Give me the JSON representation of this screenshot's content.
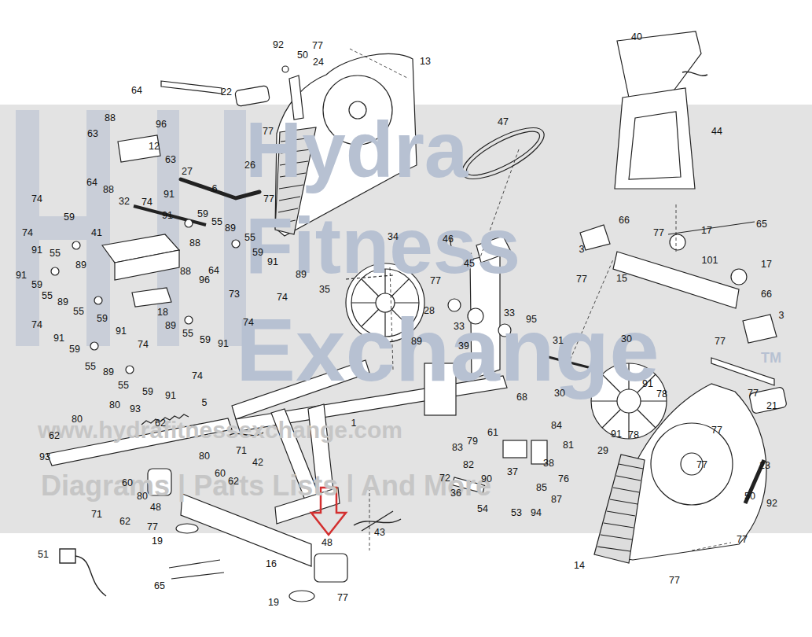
{
  "diagram": {
    "labels": [
      "92",
      "77",
      "50",
      "24",
      "13",
      "40",
      "64",
      "22",
      "88",
      "96",
      "47",
      "77",
      "44",
      "63",
      "12",
      "63",
      "26",
      "27",
      "64",
      "6",
      "88",
      "91",
      "77",
      "74",
      "32",
      "74",
      "59",
      "59",
      "55",
      "66",
      "17",
      "65",
      "89",
      "74",
      "41",
      "91",
      "77",
      "34",
      "46",
      "55",
      "88",
      "91",
      "3",
      "55",
      "59",
      "101",
      "91",
      "45",
      "17",
      "89",
      "64",
      "88",
      "89",
      "91",
      "15",
      "77",
      "77",
      "96",
      "59",
      "35",
      "73",
      "66",
      "55",
      "74",
      "89",
      "28",
      "55",
      "18",
      "33",
      "3",
      "59",
      "95",
      "74",
      "89",
      "74",
      "33",
      "91",
      "55",
      "30",
      "59",
      "31",
      "89",
      "77",
      "91",
      "91",
      "74",
      "39",
      "59",
      "55",
      "89",
      "74",
      "91",
      "55",
      "59",
      "30",
      "77",
      "78",
      "91",
      "68",
      "5",
      "80",
      "21",
      "93",
      "80",
      "1",
      "62",
      "84",
      "77",
      "61",
      "91",
      "78",
      "62",
      "79",
      "81",
      "83",
      "71",
      "29",
      "80",
      "93",
      "42",
      "38",
      "82",
      "77",
      "23",
      "37",
      "60",
      "72",
      "90",
      "76",
      "62",
      "60",
      "85",
      "36",
      "50",
      "80",
      "87",
      "92",
      "48",
      "54",
      "53",
      "94",
      "71",
      "62",
      "77",
      "43",
      "77",
      "19",
      "48",
      "51",
      "16",
      "14",
      "77",
      "65",
      "77",
      "19",
      "Hydra",
      "Fitness",
      "Exchange",
      "TM",
      "www.hydrafitnessexchange.com",
      "Diagrams | Parts Lists | And More"
    ]
  }
}
